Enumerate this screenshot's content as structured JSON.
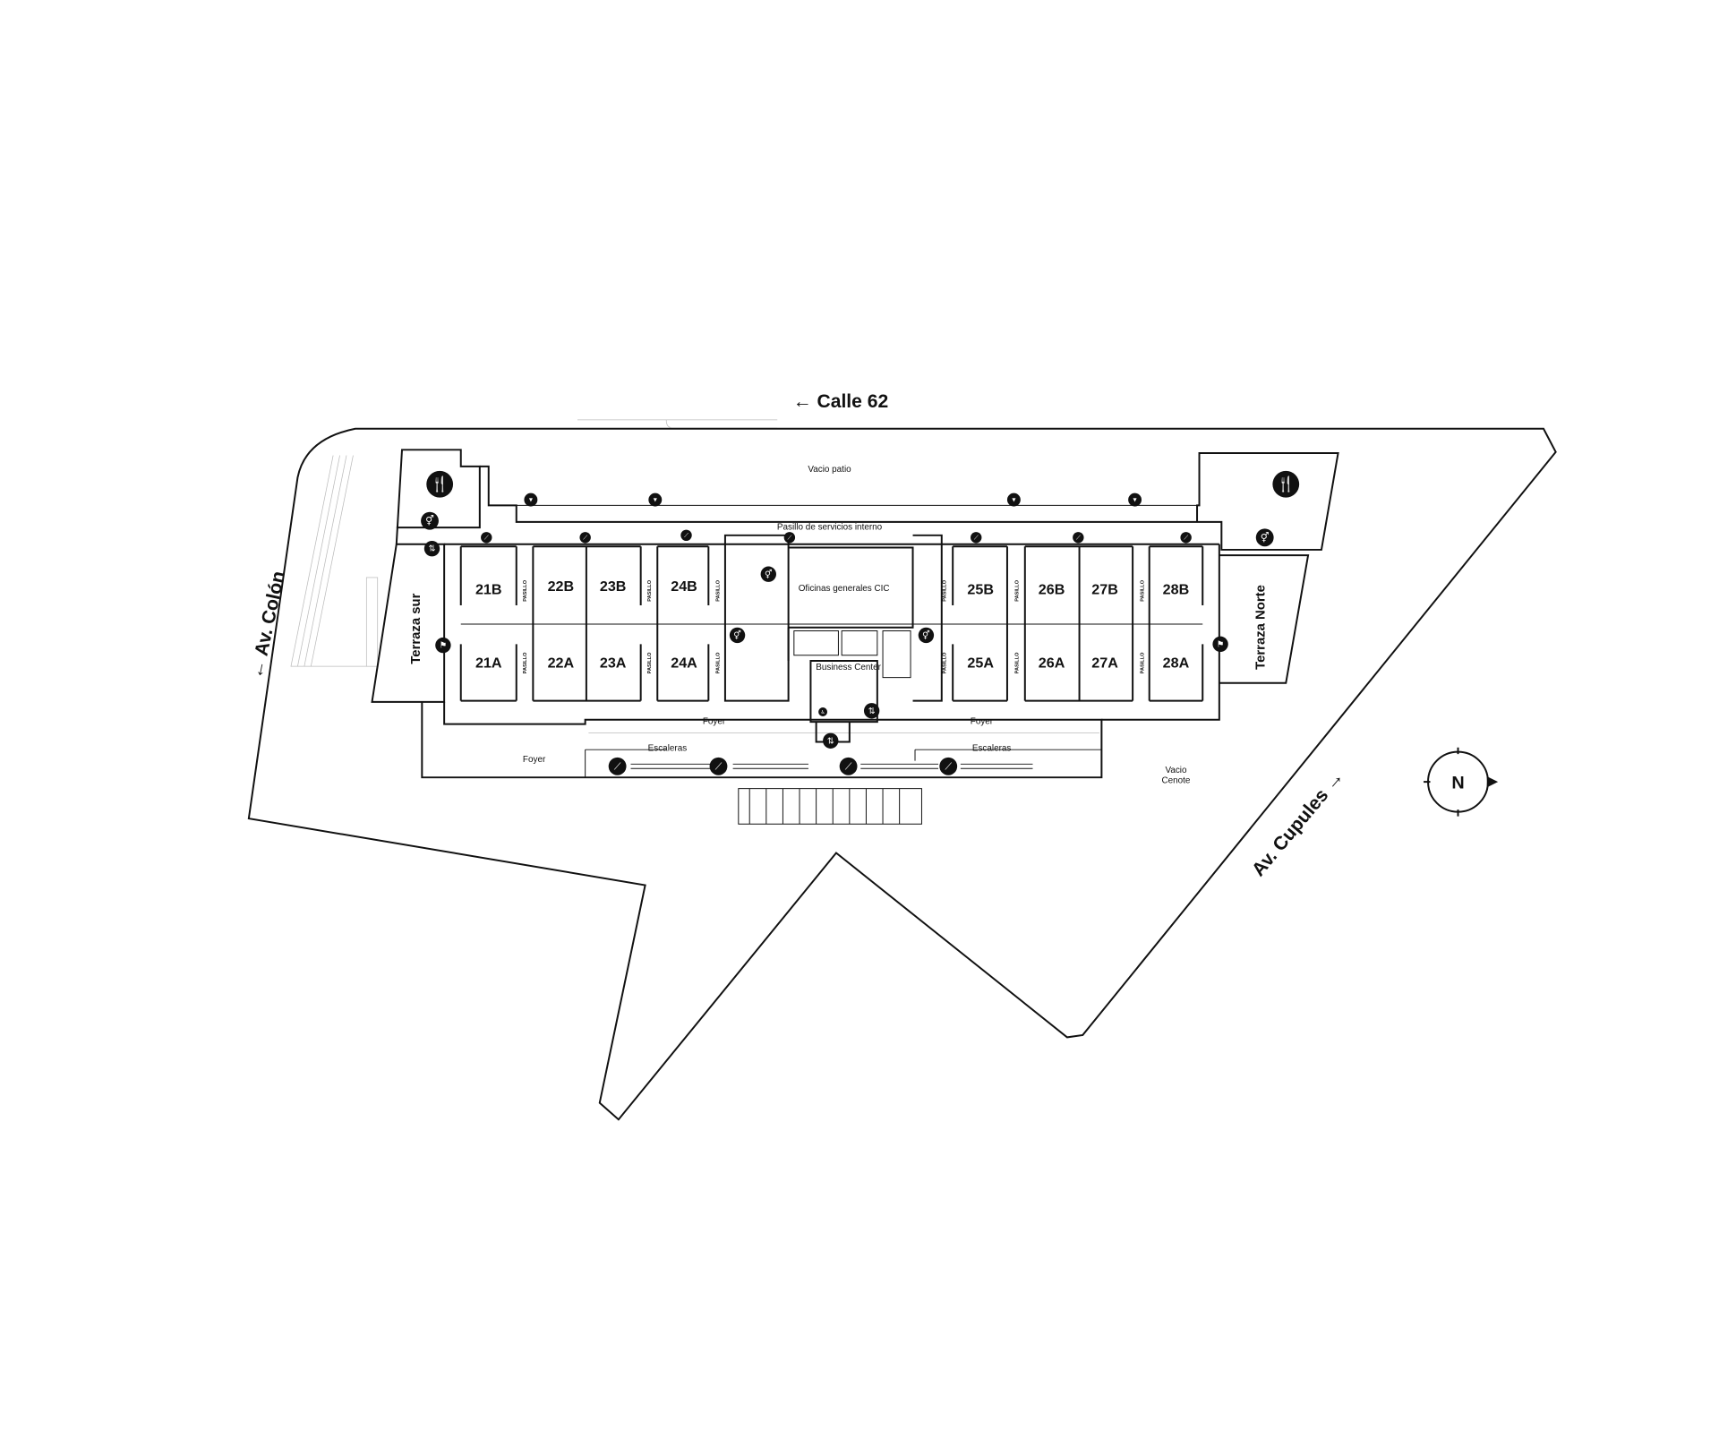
{
  "streets": {
    "calle_62": "← Calle 62",
    "av_colon": "← Av. Colón",
    "av_cupules": "Av. Cupules →"
  },
  "areas": {
    "vacio_patio": "Vacio patio",
    "pasillo_servicios": "Pasillo de servicios interno",
    "oficinas": "Oficinas generales CIC",
    "business_center": "Business Center",
    "terraza_sur": "Terraza sur",
    "terraza_norte": "Terraza Norte",
    "foyer": "Foyer",
    "escaleras": "Escaleras",
    "vacio_cenote_1": "Vacio",
    "vacio_cenote_2": "Cenote",
    "pasillo": "PASILLO"
  },
  "rooms": [
    "21B",
    "22B",
    "23B",
    "24B",
    "25B",
    "26B",
    "27B",
    "28B",
    "21A",
    "22A",
    "23A",
    "24A",
    "25A",
    "26A",
    "27A",
    "28A"
  ],
  "compass": {
    "label": "N"
  },
  "icons": [
    "restaurant-icon",
    "restroom-icon",
    "elevator-icon",
    "emergency-exit-icon",
    "escalator-icon",
    "drinking-fountain-icon",
    "accessible-icon"
  ],
  "colors": {
    "ink": "#111111",
    "background": "#ffffff",
    "faint": "#bbbbbb"
  }
}
